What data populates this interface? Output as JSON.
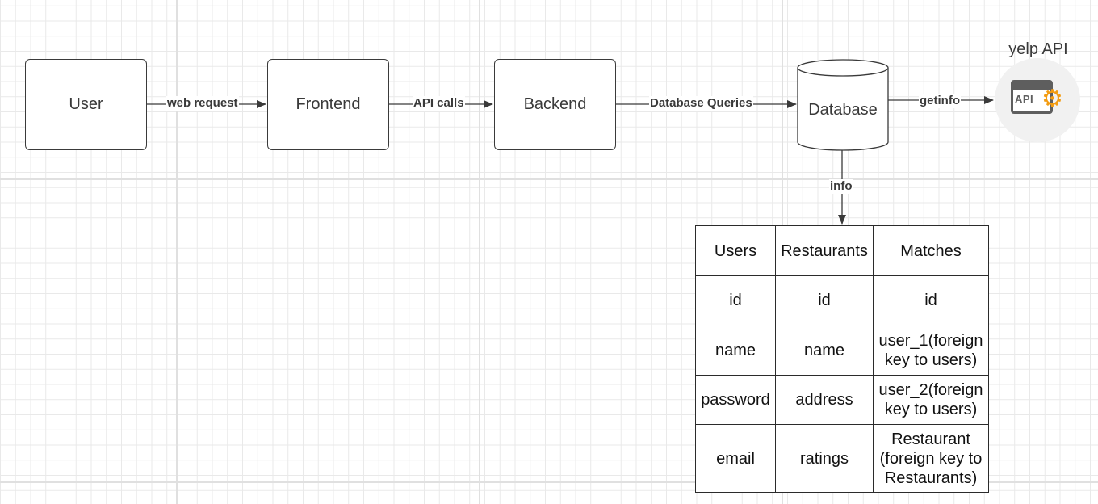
{
  "nodes": {
    "user": "User",
    "frontend": "Frontend",
    "backend": "Backend",
    "database": "Database",
    "yelp_api": "yelp API",
    "api_icon_text": "API"
  },
  "edges": {
    "web_request": "web request",
    "api_calls": "API calls",
    "database_queries": "Database Queries",
    "getinfo": "getinfo",
    "info": "info"
  },
  "schema": {
    "headers": [
      "Users",
      "Restaurants",
      "Matches"
    ],
    "rows": [
      [
        "id",
        "id",
        "id"
      ],
      [
        "name",
        "name",
        "user_1(foreign key to users)"
      ],
      [
        "password",
        "address",
        "user_2(foreign key to users)"
      ],
      [
        "email",
        "ratings",
        "Restaurant (foreign key to Restaurants)"
      ]
    ]
  },
  "colors": {
    "stroke": "#3a3a3a",
    "grid": "#e9e9e9",
    "gear": "#f39c12",
    "api_circle": "#f1f1f1"
  },
  "icons": {
    "yelp_api": "api-window-gear-icon"
  }
}
